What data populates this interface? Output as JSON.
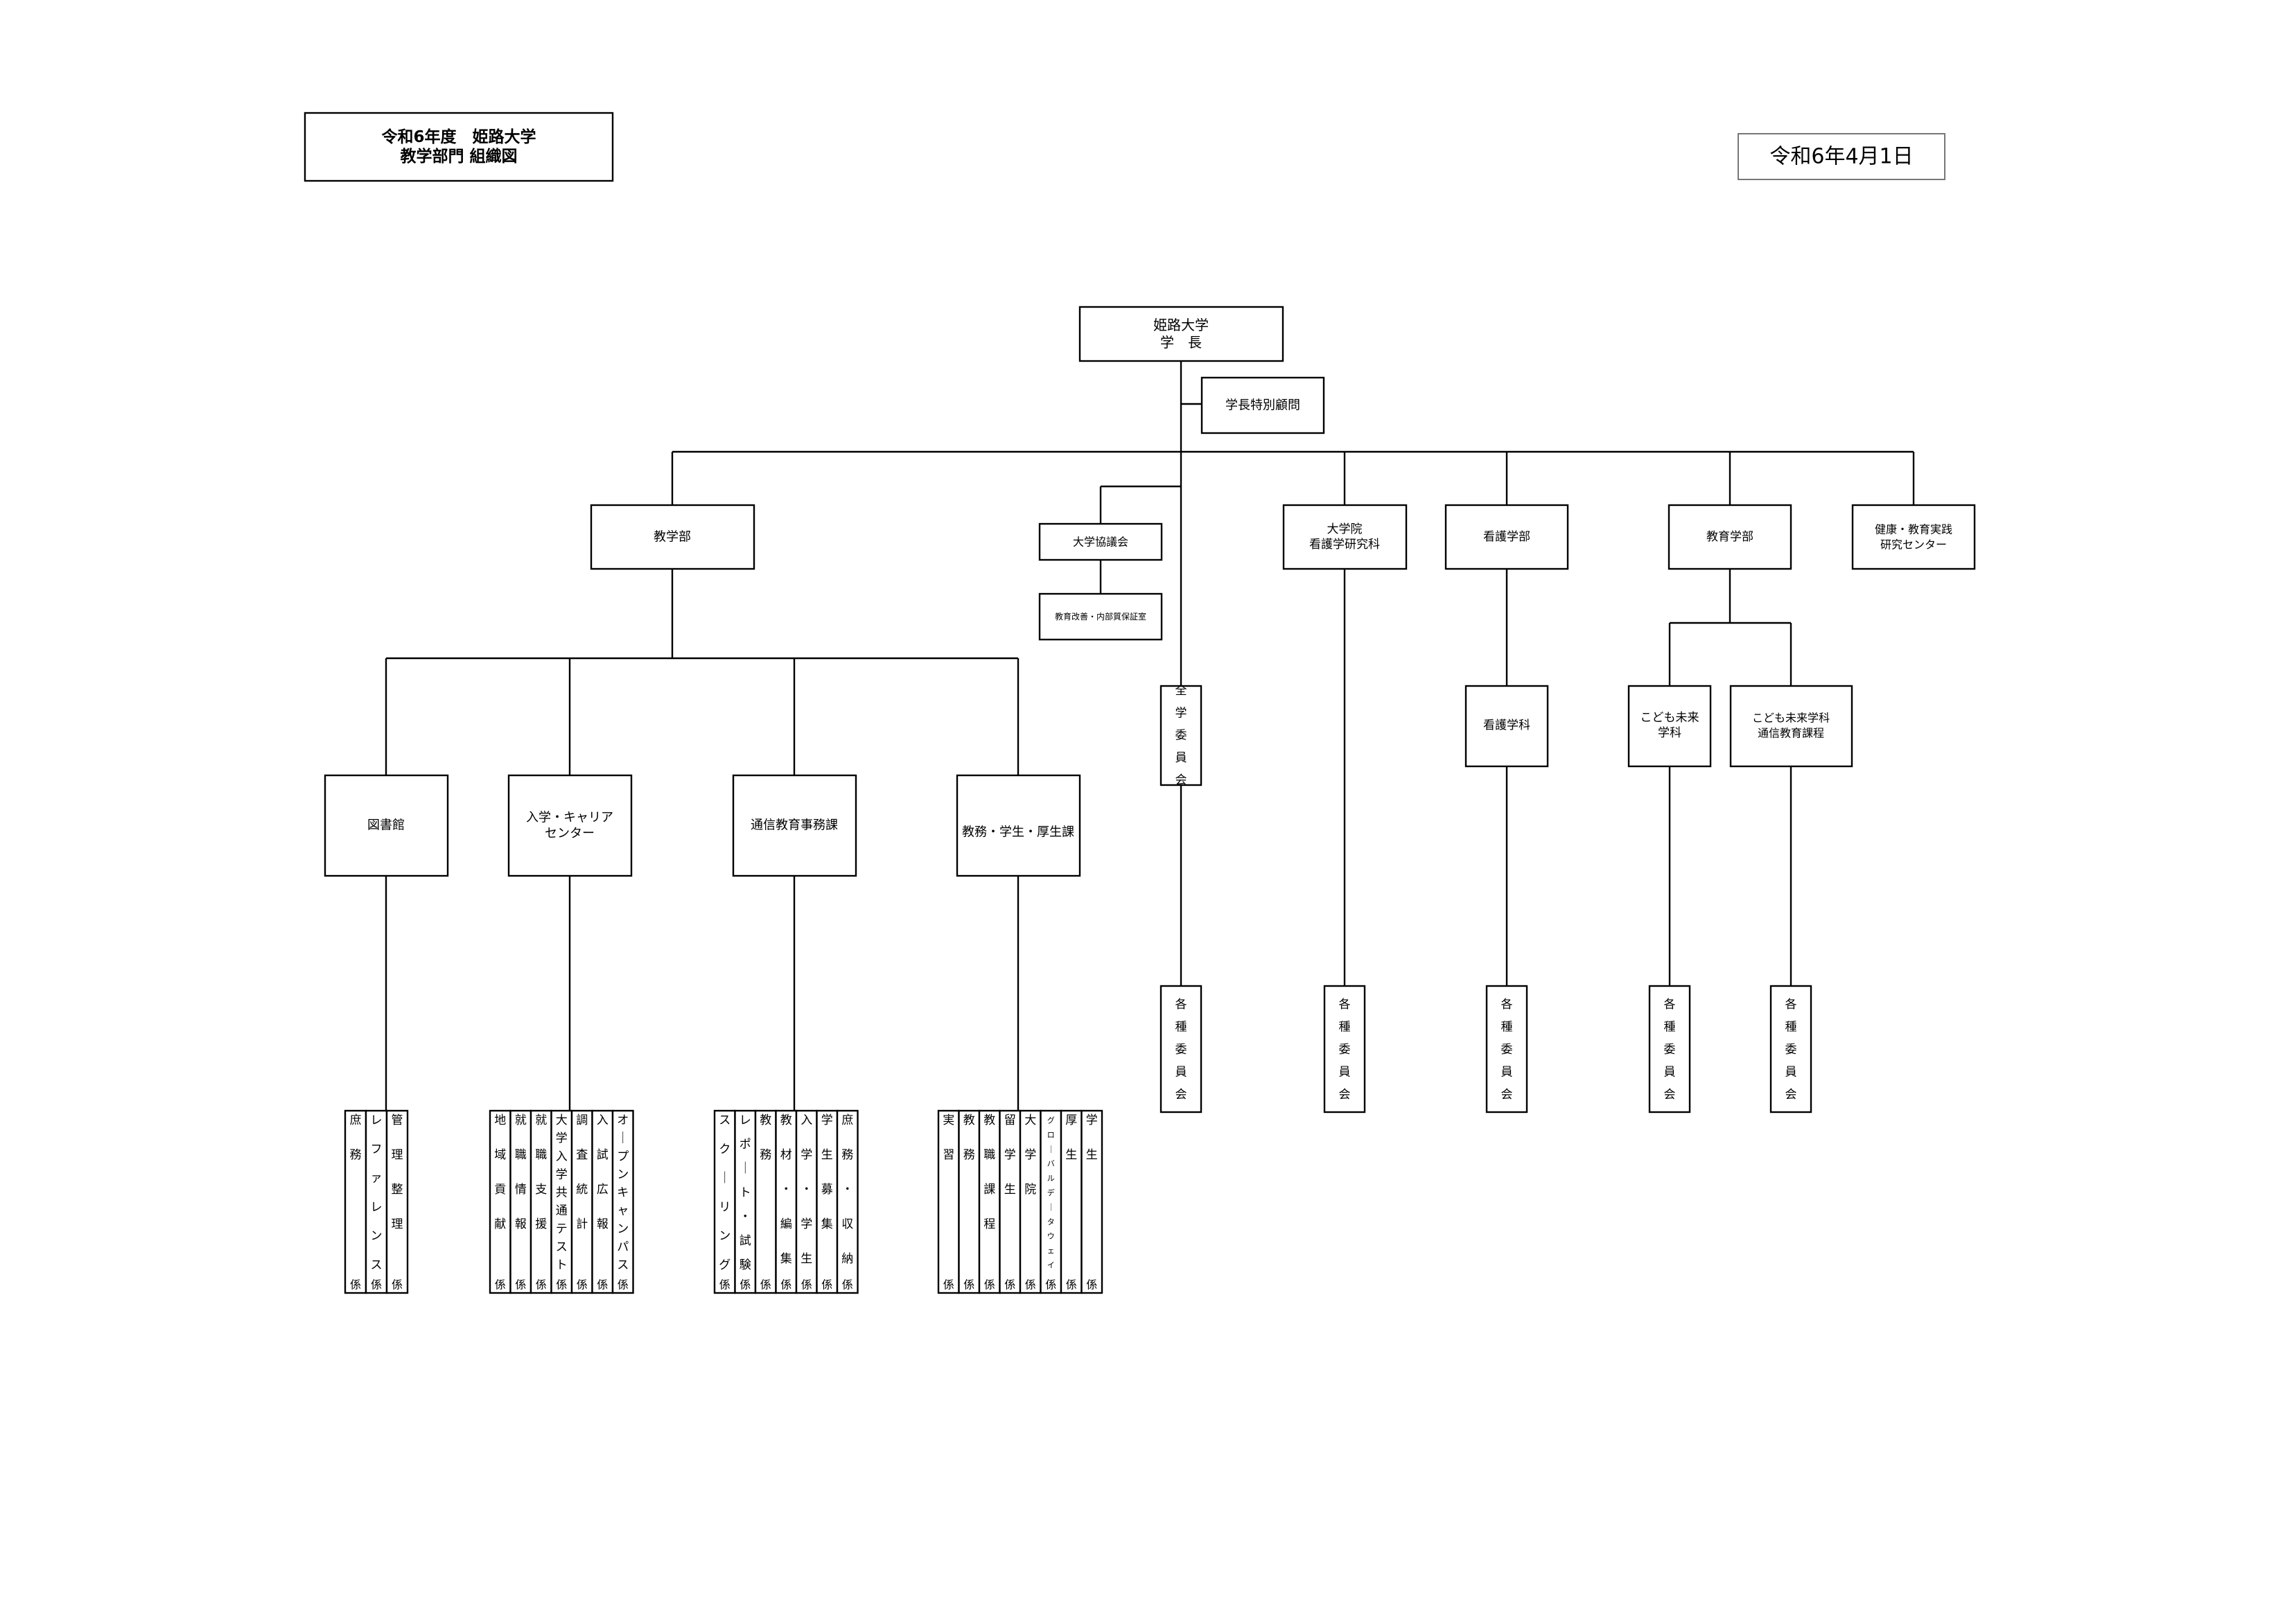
{
  "header": {
    "title_line1": "令和6年度　姫路大学",
    "title_line2": "教学部門  組織図",
    "date": "令和6年4月1日"
  },
  "org": {
    "president": [
      "姫路大学",
      "学　長"
    ],
    "advisor": "学長特別顧問",
    "kyogakubu": "教学部",
    "daigaku_kyogikai": "大学協議会",
    "kyoiku_kaizen": "教育改善・内部質保証室",
    "zengaku_iinkai": "全学委員会",
    "graduate_school": [
      "大学院",
      "看護学研究科"
    ],
    "nursing_faculty": "看護学部",
    "education_faculty": "教育学部",
    "research_center": [
      "健康・教育実践",
      "研究センター"
    ],
    "library": "図書館",
    "career_center": [
      "入学・キャリア",
      "センター"
    ],
    "correspondence_office": "通信教育事務課",
    "student_affairs": "教務・学生・厚生課",
    "nursing_dept": "看護学科",
    "kodomo_dept": [
      "こども未来",
      "学科"
    ],
    "kodomo_correspondence": [
      "こども未来学科",
      "通信教育課程"
    ],
    "committees": "各種委員会"
  },
  "sections": {
    "library": [
      "庶務係",
      "レファレンス係",
      "管理整理係"
    ],
    "career": [
      "地域貢献係",
      "就職情報係",
      "就職支援係",
      "大学入学共通テスト係",
      "調査統計係",
      "入試広報係",
      "オープンキャンパス係"
    ],
    "correspondence": [
      "スクーリング係",
      "レポート・試験係",
      "教務係",
      "教材・編集係",
      "入学・学生係",
      "学生募集係",
      "庶務・収納係"
    ],
    "student": [
      "実習係",
      "教務係",
      "教職課程係",
      "留学生係",
      "大学院係",
      "グローバルデータウェイ係",
      "厚生係",
      "学生係"
    ]
  }
}
